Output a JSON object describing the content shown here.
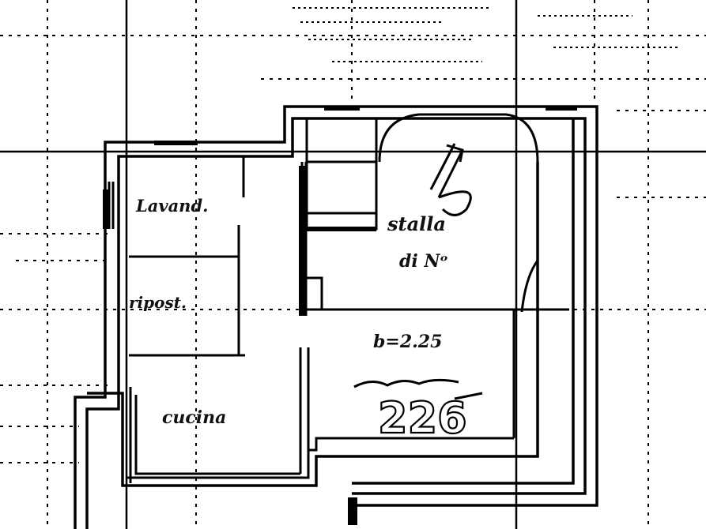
{
  "rooms": {
    "lavand": "Lavand.",
    "ripost": "ripost.",
    "cucina": "cucina",
    "stalla_line1": "stalla",
    "stalla_line2": "di Nᵒ"
  },
  "annotations": {
    "dimension": "b=2.25",
    "scribble": "",
    "number": "226"
  },
  "colors": {
    "ink": "#000000",
    "paper": "#ffffff",
    "faint": "#8a8a8a"
  }
}
